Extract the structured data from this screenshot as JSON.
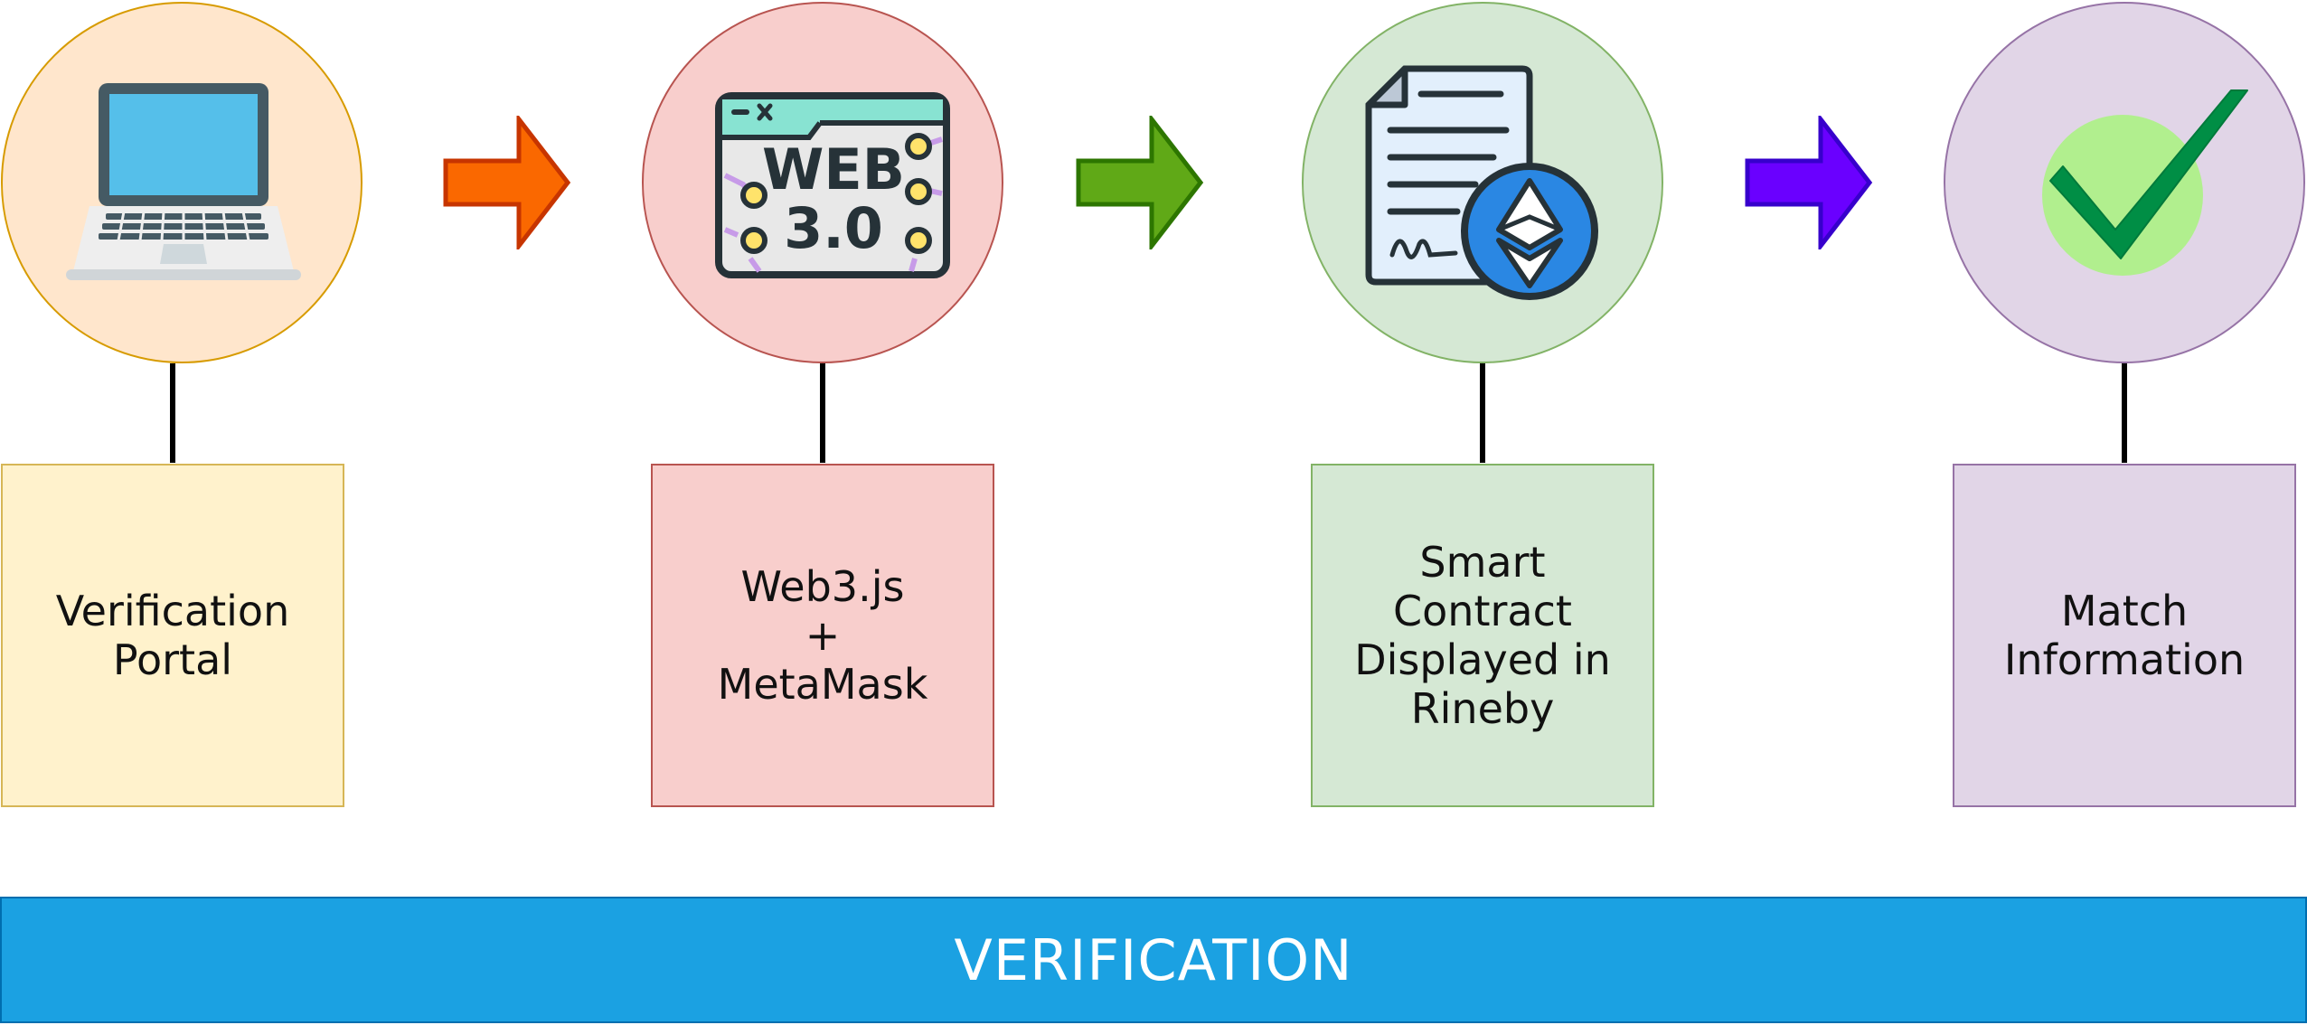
{
  "steps": [
    {
      "icon": "laptop-icon",
      "label": "Verification\nPortal"
    },
    {
      "icon": "web3-browser-icon",
      "label": "Web3.js\n+\nMetaMask",
      "icon_text_1": "WEB",
      "icon_text_2": "3.0"
    },
    {
      "icon": "smart-contract-ethereum-icon",
      "label": "Smart\nContract\nDisplayed in\nRineby"
    },
    {
      "icon": "checkmark-icon",
      "label": "Match\nInformation"
    }
  ],
  "arrows": [
    {
      "icon": "arrow-right-icon",
      "color": "#fa6800"
    },
    {
      "icon": "arrow-right-icon",
      "color": "#60a917"
    },
    {
      "icon": "arrow-right-icon",
      "color": "#6a00ff"
    }
  ],
  "banner": {
    "label": "VERIFICATION"
  },
  "colors": {
    "step1": {
      "circle_fill": "#ffe6cc",
      "circle_stroke": "#d79b00",
      "box_fill": "#fff2cc",
      "box_stroke": "#d6b656"
    },
    "step2": {
      "circle_fill": "#f8cecc",
      "circle_stroke": "#b85450",
      "box_fill": "#f8cecc",
      "box_stroke": "#b85450"
    },
    "step3": {
      "circle_fill": "#d5e8d4",
      "circle_stroke": "#82b366",
      "box_fill": "#d5e8d4",
      "box_stroke": "#82b366"
    },
    "step4": {
      "circle_fill": "#e1d5e7",
      "circle_stroke": "#9673a6",
      "box_fill": "#e1d5e7",
      "box_stroke": "#9673a6"
    },
    "banner": "#1ba1e2"
  }
}
